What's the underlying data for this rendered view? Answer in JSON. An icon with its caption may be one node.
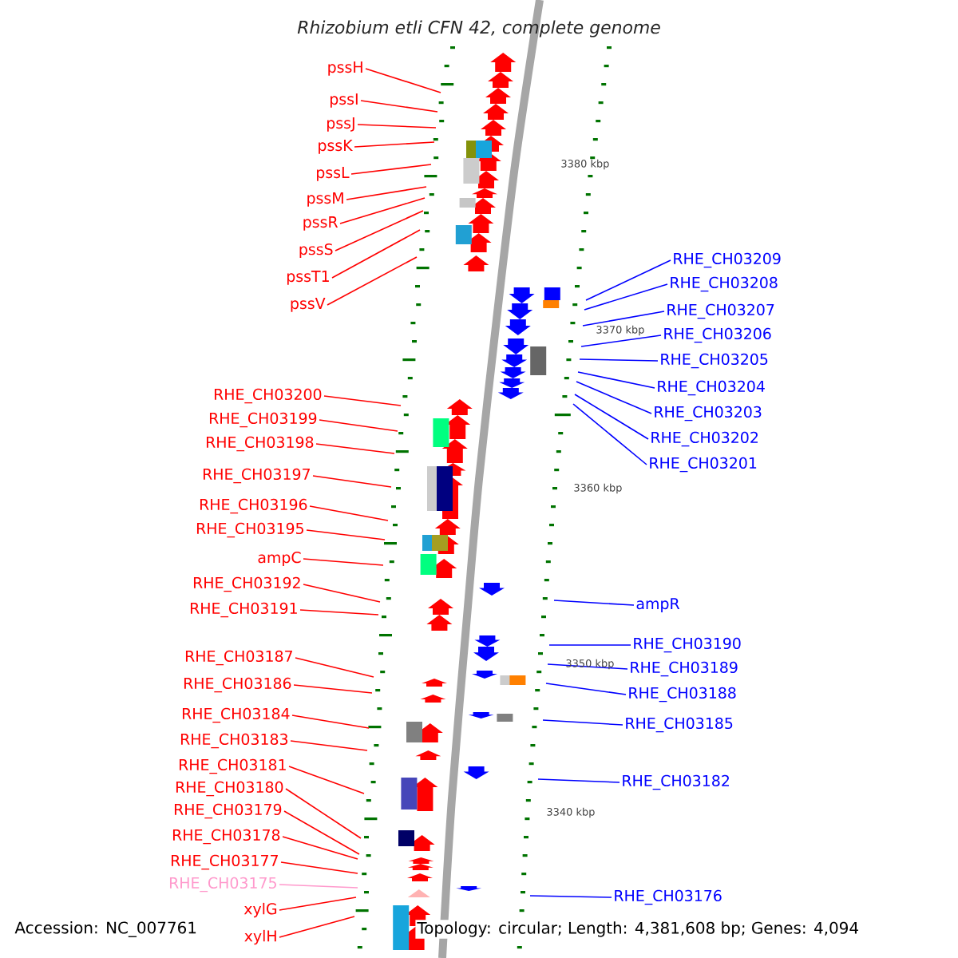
{
  "diagram": {
    "title": "Rhizobium etli CFN 42, complete genome",
    "nodes": [
      {
        "text": [
          "pssH"
        ]
      },
      {
        "text": [
          "pssI"
        ]
      },
      {
        "text": [
          "pssJ"
        ]
      },
      {
        "text": [
          "pssK"
        ]
      },
      {
        "text": [
          "pssL"
        ]
      },
      {
        "text": [
          "pssM"
        ]
      },
      {
        "text": [
          "pssR"
        ]
      },
      {
        "text": [
          "pssS"
        ]
      },
      {
        "text": [
          "pssT1"
        ]
      },
      {
        "text": [
          "pssV"
        ]
      },
      {
        "text": [
          "RHE_CH03200"
        ]
      },
      {
        "text": [
          "RHE_CH03199"
        ]
      },
      {
        "text": [
          "RHE_CH03198"
        ]
      },
      {
        "text": [
          "RHE_CH03197"
        ]
      },
      {
        "text": [
          "RHE_CH03196"
        ]
      },
      {
        "text": [
          "RHE_CH03195"
        ]
      },
      {
        "text": [
          "ampC"
        ]
      },
      {
        "text": [
          "RHE_CH03192"
        ]
      },
      {
        "text": [
          "RHE_CH03191"
        ]
      },
      {
        "text": [
          "RHE_CH03187"
        ]
      },
      {
        "text": [
          "RHE_CH03186"
        ]
      },
      {
        "text": [
          "RHE_CH03184"
        ]
      },
      {
        "text": [
          "RHE_CH03183"
        ]
      },
      {
        "text": [
          "RHE_CH03181"
        ]
      },
      {
        "text": [
          "RHE_CH03180"
        ]
      },
      {
        "text": [
          "RHE_CH03179"
        ]
      },
      {
        "text": [
          "RHE_CH03178"
        ]
      },
      {
        "text": [
          "RHE_CH03177"
        ]
      },
      {
        "text": [
          "RHE_CH03175"
        ]
      },
      {
        "text": [
          "xylG"
        ]
      },
      {
        "text": [
          "xylH"
        ]
      },
      {
        "text": [
          "RHE_CH03209"
        ]
      },
      {
        "text": [
          "RHE_CH03208"
        ]
      },
      {
        "text": [
          "RHE_CH03207"
        ]
      },
      {
        "text": [
          "RHE_CH03206"
        ]
      },
      {
        "text": [
          "RHE_CH03205"
        ]
      },
      {
        "text": [
          "RHE_CH03204"
        ]
      },
      {
        "text": [
          "RHE_CH03203"
        ]
      },
      {
        "text": [
          "RHE_CH03202"
        ]
      },
      {
        "text": [
          "RHE_CH03201"
        ]
      },
      {
        "text": [
          "ampR"
        ]
      },
      {
        "text": [
          "RHE_CH03190"
        ]
      },
      {
        "text": [
          "RHE_CH03189"
        ]
      },
      {
        "text": [
          "RHE_CH03188"
        ]
      },
      {
        "text": [
          "RHE_CH03185"
        ]
      },
      {
        "text": [
          "RHE_CH03182"
        ]
      },
      {
        "text": [
          "RHE_CH03176"
        ]
      }
    ],
    "edges": [
      {
        "from": 0,
        "to": null,
        "arrow": "none"
      },
      {
        "from": 1,
        "to": null,
        "arrow": "none"
      },
      {
        "from": 2,
        "to": null,
        "arrow": "none"
      },
      {
        "from": 3,
        "to": null,
        "arrow": "none"
      },
      {
        "from": 4,
        "to": null,
        "arrow": "none"
      },
      {
        "from": 5,
        "to": null,
        "arrow": "none"
      },
      {
        "from": 6,
        "to": null,
        "arrow": "none"
      },
      {
        "from": 7,
        "to": null,
        "arrow": "none"
      },
      {
        "from": 8,
        "to": null,
        "arrow": "none"
      },
      {
        "from": 9,
        "to": null,
        "arrow": "none"
      },
      {
        "from": 10,
        "to": null,
        "arrow": "none"
      },
      {
        "from": 11,
        "to": null,
        "arrow": "none"
      },
      {
        "from": 12,
        "to": null,
        "arrow": "none"
      },
      {
        "from": 13,
        "to": null,
        "arrow": "none"
      },
      {
        "from": 14,
        "to": null,
        "arrow": "none"
      },
      {
        "from": 15,
        "to": null,
        "arrow": "none"
      },
      {
        "from": 16,
        "to": null,
        "arrow": "none"
      },
      {
        "from": 17,
        "to": null,
        "arrow": "none"
      },
      {
        "from": 18,
        "to": null,
        "arrow": "none"
      },
      {
        "from": 19,
        "to": null,
        "arrow": "none"
      },
      {
        "from": 20,
        "to": null,
        "arrow": "none"
      },
      {
        "from": 21,
        "to": null,
        "arrow": "none"
      },
      {
        "from": 22,
        "to": null,
        "arrow": "none"
      },
      {
        "from": 23,
        "to": null,
        "arrow": "none"
      },
      {
        "from": 24,
        "to": null,
        "arrow": "none"
      },
      {
        "from": 25,
        "to": null,
        "arrow": "none"
      },
      {
        "from": 26,
        "to": null,
        "arrow": "none"
      },
      {
        "from": 27,
        "to": null,
        "arrow": "none"
      },
      {
        "from": 28,
        "to": null,
        "arrow": "none",
        "color": "#ff99cc"
      },
      {
        "from": 29,
        "to": null,
        "arrow": "none"
      },
      {
        "from": 30,
        "to": null,
        "arrow": "none"
      },
      {
        "from": 31,
        "to": null,
        "arrow": "none",
        "color": "#0000ff"
      },
      {
        "from": 32,
        "to": null,
        "arrow": "none",
        "color": "#0000ff"
      },
      {
        "from": 33,
        "to": null,
        "arrow": "none",
        "color": "#0000ff"
      },
      {
        "from": 34,
        "to": null,
        "arrow": "none",
        "color": "#0000ff"
      },
      {
        "from": 35,
        "to": null,
        "arrow": "none",
        "color": "#0000ff"
      },
      {
        "from": 36,
        "to": null,
        "arrow": "none",
        "color": "#0000ff"
      },
      {
        "from": 37,
        "to": null,
        "arrow": "none",
        "color": "#0000ff"
      },
      {
        "from": 38,
        "to": null,
        "arrow": "none",
        "color": "#0000ff"
      },
      {
        "from": 39,
        "to": null,
        "arrow": "none",
        "color": "#0000ff"
      },
      {
        "from": 40,
        "to": null,
        "arrow": "none",
        "color": "#0000ff"
      },
      {
        "from": 41,
        "to": null,
        "arrow": "none",
        "color": "#0000ff"
      },
      {
        "from": 42,
        "to": null,
        "arrow": "none",
        "color": "#0000ff"
      },
      {
        "from": 43,
        "to": null,
        "arrow": "none",
        "color": "#0000ff"
      },
      {
        "from": 44,
        "to": null,
        "arrow": "none",
        "color": "#0000ff"
      },
      {
        "from": 45,
        "to": null,
        "arrow": "none",
        "color": "#0000ff"
      },
      {
        "from": 46,
        "to": null,
        "arrow": "none",
        "color": "#0000ff"
      }
    ],
    "labels": [
      "3380 kbp",
      "3370 kbp",
      "3360 kbp",
      "3350 kbp",
      "3340 kbp",
      "Accession: NC_007761",
      "Topology: circular; Length: 4,381,608 bp; Genes: 4,094"
    ]
  }
}
